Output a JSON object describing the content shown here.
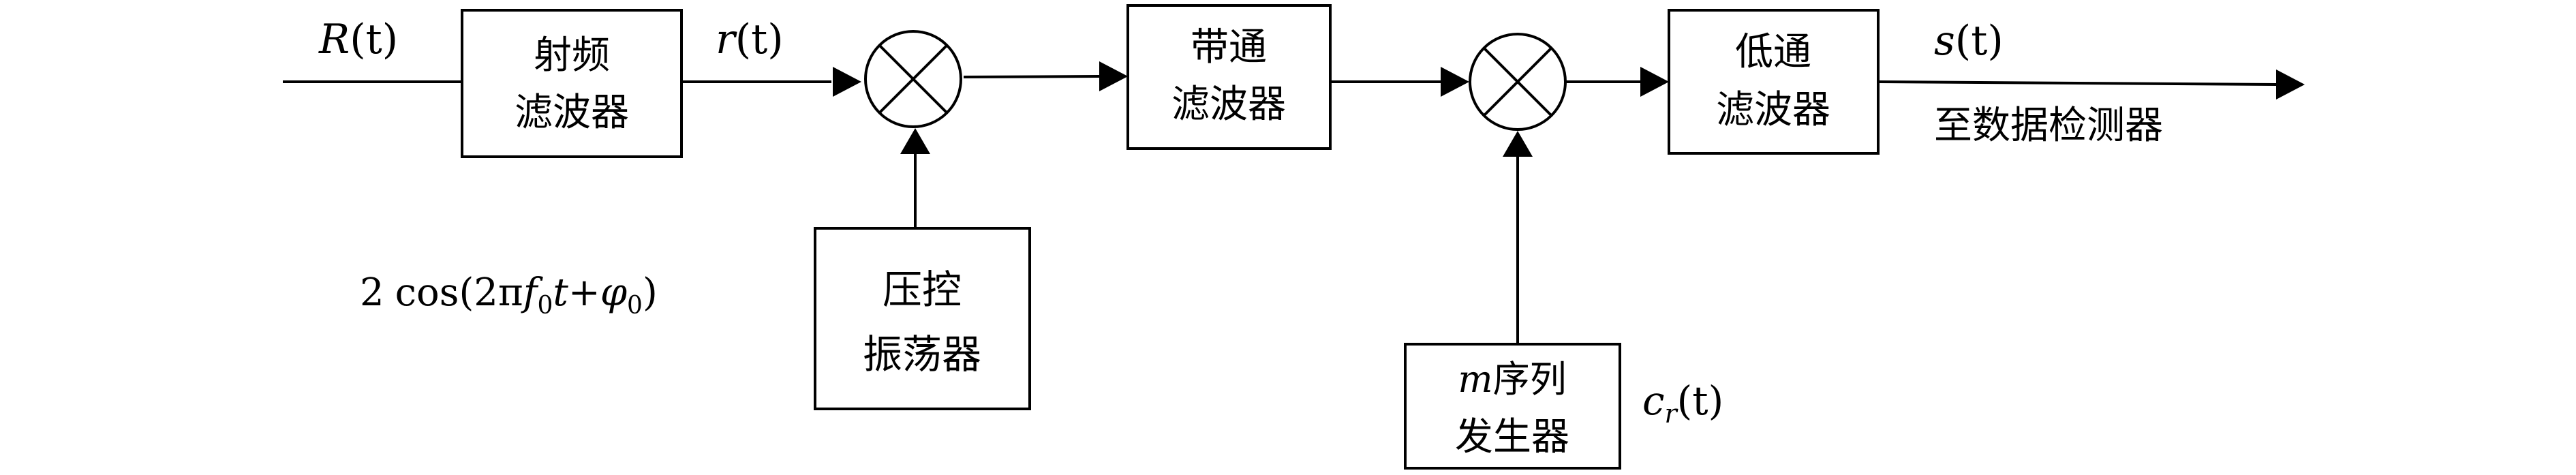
{
  "blocks": {
    "rf_filter": {
      "line1": "射频",
      "line2": "滤波器"
    },
    "vco": {
      "line1": "压控",
      "line2": "振荡器"
    },
    "bandpass_filter": {
      "line1": "带通",
      "line2": "滤波器"
    },
    "m_sequence_gen": {
      "line1_var": "m",
      "line1_text": "序列",
      "line2": "发生器"
    },
    "lowpass_filter": {
      "line1": "低通",
      "line2": "滤波器"
    }
  },
  "signals": {
    "input": {
      "var": "R",
      "arg": "(t)"
    },
    "rf_out": {
      "var": "r",
      "arg": "(t)"
    },
    "output": {
      "var": "s",
      "arg": "(t)"
    },
    "output_dest": "至数据检测器",
    "local_osc": {
      "coef": "2",
      "func": "cos(2π",
      "f": "f",
      "f_sub": "0",
      "t": "t",
      "plus": "+",
      "phi": "φ",
      "phi_sub": "0",
      "close": ")"
    },
    "pn_code": {
      "var": "c",
      "sub": "r",
      "arg": "(t)"
    }
  },
  "colors": {
    "stroke": "#000000",
    "background": "#ffffff"
  }
}
